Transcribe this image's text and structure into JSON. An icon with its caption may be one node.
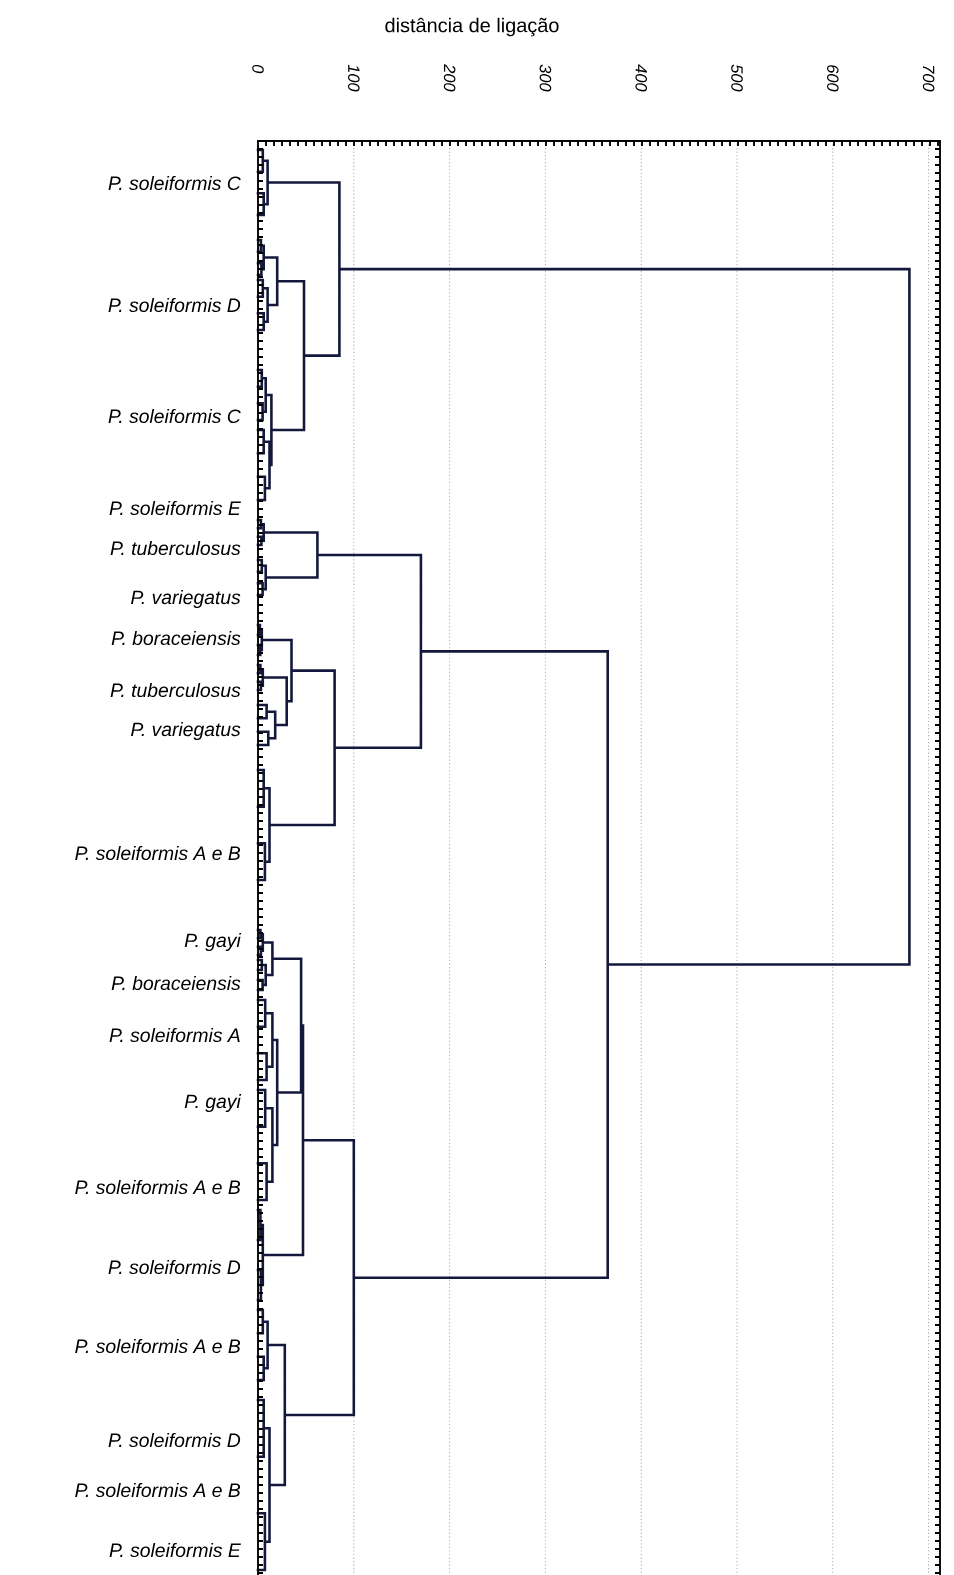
{
  "diagram": {
    "labels": [
      "distância de ligação",
      "0",
      "100",
      "200",
      "300",
      "400",
      "500",
      "600",
      "700",
      "P. soleiformis C",
      "P. soleiformis D",
      "P. soleiformis C",
      "P. soleiformis E",
      "P. tuberculosus",
      "P. variegatus",
      "P. boraceiensis",
      "P. tuberculosus",
      "P. variegatus",
      "P. soleiformis A e B",
      "P. gayi",
      "P. boraceiensis",
      "P. soleiformis A",
      "P. gayi",
      "P. soleiformis A e B",
      "P. soleiformis D",
      "P. soleiformis A e B",
      "P. soleiformis D",
      "P. soleiformis A e B",
      "P. soleiformis E"
    ]
  }
}
